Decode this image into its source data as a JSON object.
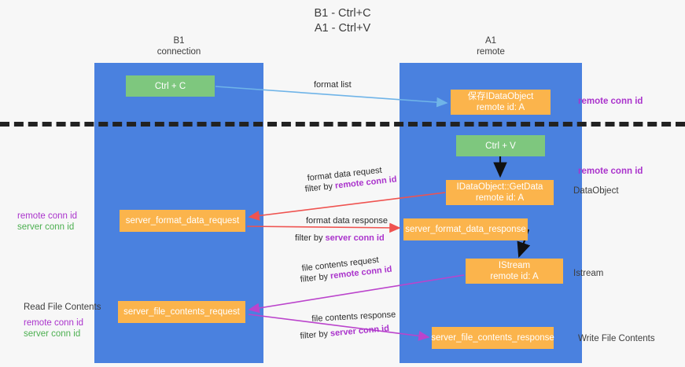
{
  "title": {
    "line1": "B1 - Ctrl+C",
    "line2": "A1 - Ctrl+V"
  },
  "lanes": [
    {
      "id": "b1",
      "name": "B1",
      "sub": "connection",
      "color": "#4a81df"
    },
    {
      "id": "a1",
      "name": "A1",
      "sub": "remote",
      "color": "#4a81df"
    }
  ],
  "colors": {
    "lane": "#4a81df",
    "green_node": "#7ec77e",
    "orange_node": "#fbb44c",
    "purple_text": "#aa33cc",
    "green_text": "#4caf50",
    "dark_text": "#3d3d3d",
    "arrow_blue": "#6fb4e8",
    "arrow_red": "#ef5350",
    "arrow_purple": "#bb44cc",
    "arrow_black": "#111111",
    "separator": "#222222"
  },
  "nodes": {
    "ctrl_c": {
      "label": "Ctrl + C",
      "kind": "green"
    },
    "save_idataobject": {
      "line1": "保存IDataObject",
      "line2": "remote id: A",
      "kind": "orange"
    },
    "ctrl_v": {
      "label": "Ctrl + V",
      "kind": "green"
    },
    "getdata": {
      "line1": "IDataObject::GetData",
      "line2": "remote id: A",
      "kind": "orange"
    },
    "server_format_data_request": {
      "label": "server_format_data_request",
      "kind": "orange"
    },
    "server_format_data_response": {
      "label": "server_format_data_response",
      "kind": "orange"
    },
    "istream": {
      "line1": "IStream",
      "line2": "remote id: A",
      "kind": "orange"
    },
    "server_file_contents_request": {
      "label": "server_file_contents_request",
      "kind": "orange"
    },
    "server_file_contents_response": {
      "label": "server_file_contents_response",
      "kind": "orange"
    }
  },
  "edge_labels": {
    "format_list": "format list",
    "format_data_request": "format data request",
    "format_data_request_filter_prefix": "filter by ",
    "format_data_request_filter_key": "remote conn id",
    "format_data_response": "format data response",
    "format_data_response_filter_prefix": "filter by ",
    "format_data_response_filter_key": "server conn id",
    "file_contents_request": "file contents request",
    "file_contents_request_filter_prefix": "filter by ",
    "file_contents_request_filter_key": "remote conn id",
    "file_contents_response": "file contents response",
    "file_contents_response_filter_prefix": "filter by ",
    "file_contents_response_filter_key": "server conn id"
  },
  "annotations": {
    "right_top_remote_conn_id": "remote conn id",
    "right_mid_remote_conn_id": "remote conn id",
    "right_dataobject": "DataObject",
    "right_istream": "Istream",
    "right_write_file_contents": "Write File Contents",
    "left_remote_conn_id": "remote conn id",
    "left_server_conn_id": "server conn id",
    "left_read_file_contents": "Read File Contents",
    "left_bottom_remote_conn_id": "remote conn id",
    "left_bottom_server_conn_id": "server conn id"
  }
}
